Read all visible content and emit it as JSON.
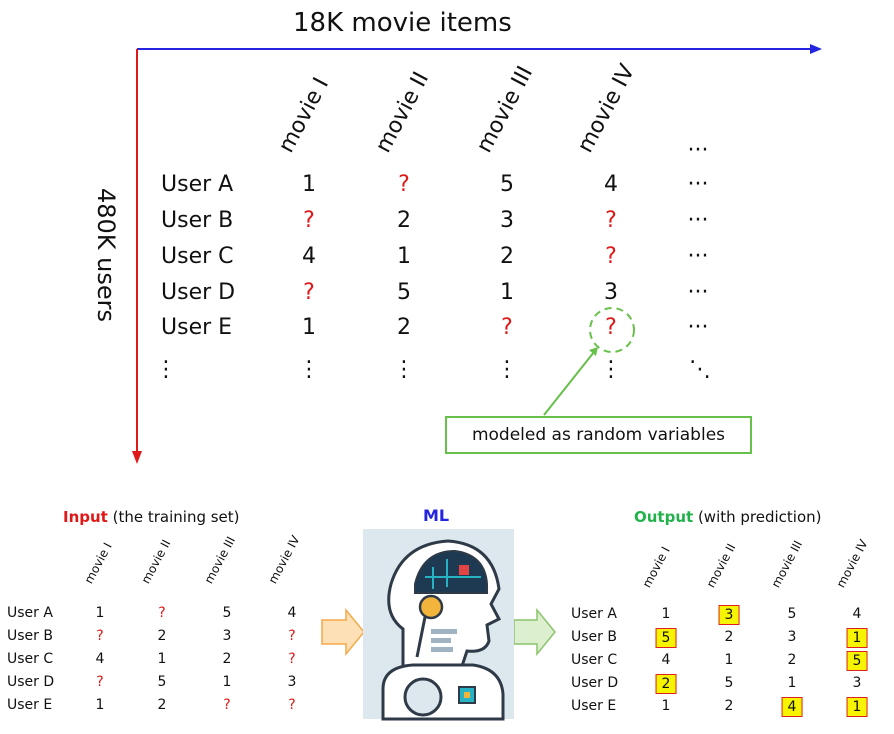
{
  "top": {
    "x_axis_label": "18K movie items",
    "y_axis_label": "480K users",
    "movies": [
      "movie I",
      "movie II",
      "movie III",
      "movie IV"
    ],
    "users": [
      "User A",
      "User B",
      "User C",
      "User D",
      "User E"
    ],
    "rows": [
      [
        "1",
        "?",
        "5",
        "4"
      ],
      [
        "?",
        "2",
        "3",
        "?"
      ],
      [
        "4",
        "1",
        "2",
        "?"
      ],
      [
        "?",
        "5",
        "1",
        "3"
      ],
      [
        "1",
        "2",
        "?",
        "?"
      ]
    ],
    "ellipsis_h": "···",
    "ellipsis_v": "⋮",
    "ellipsis_d": "⋱",
    "callout": "modeled as random variables",
    "axis_colors": {
      "x": "#2323e0",
      "y": "#e01818"
    }
  },
  "input": {
    "title_bold": "Input",
    "title_rest": " (the training set)",
    "title_color": "#e01818",
    "movies": [
      "movie I",
      "movie II",
      "movie III",
      "movie IV"
    ],
    "users": [
      "User A",
      "User B",
      "User C",
      "User D",
      "User E"
    ],
    "rows": [
      [
        "1",
        "?",
        "5",
        "4"
      ],
      [
        "?",
        "2",
        "3",
        "?"
      ],
      [
        "4",
        "1",
        "2",
        "?"
      ],
      [
        "?",
        "5",
        "1",
        "3"
      ],
      [
        "1",
        "2",
        "?",
        "?"
      ]
    ]
  },
  "ml": {
    "label": "ML",
    "color": "#2323e0",
    "icon": "robot-head-icon"
  },
  "output": {
    "title_bold": "Output",
    "title_rest": " (with prediction)",
    "title_color": "#22b24c",
    "movies": [
      "movie I",
      "movie II",
      "movie III",
      "movie IV"
    ],
    "users": [
      "User A",
      "User B",
      "User C",
      "User D",
      "User E"
    ],
    "rows": [
      [
        "1",
        "3",
        "5",
        "4"
      ],
      [
        "5",
        "2",
        "3",
        "1"
      ],
      [
        "4",
        "1",
        "2",
        "5"
      ],
      [
        "2",
        "5",
        "1",
        "3"
      ],
      [
        "1",
        "2",
        "4",
        "1"
      ]
    ],
    "predicted": [
      [
        false,
        true,
        false,
        false
      ],
      [
        true,
        false,
        false,
        true
      ],
      [
        false,
        false,
        false,
        true
      ],
      [
        true,
        false,
        false,
        false
      ],
      [
        false,
        false,
        true,
        true
      ]
    ]
  }
}
